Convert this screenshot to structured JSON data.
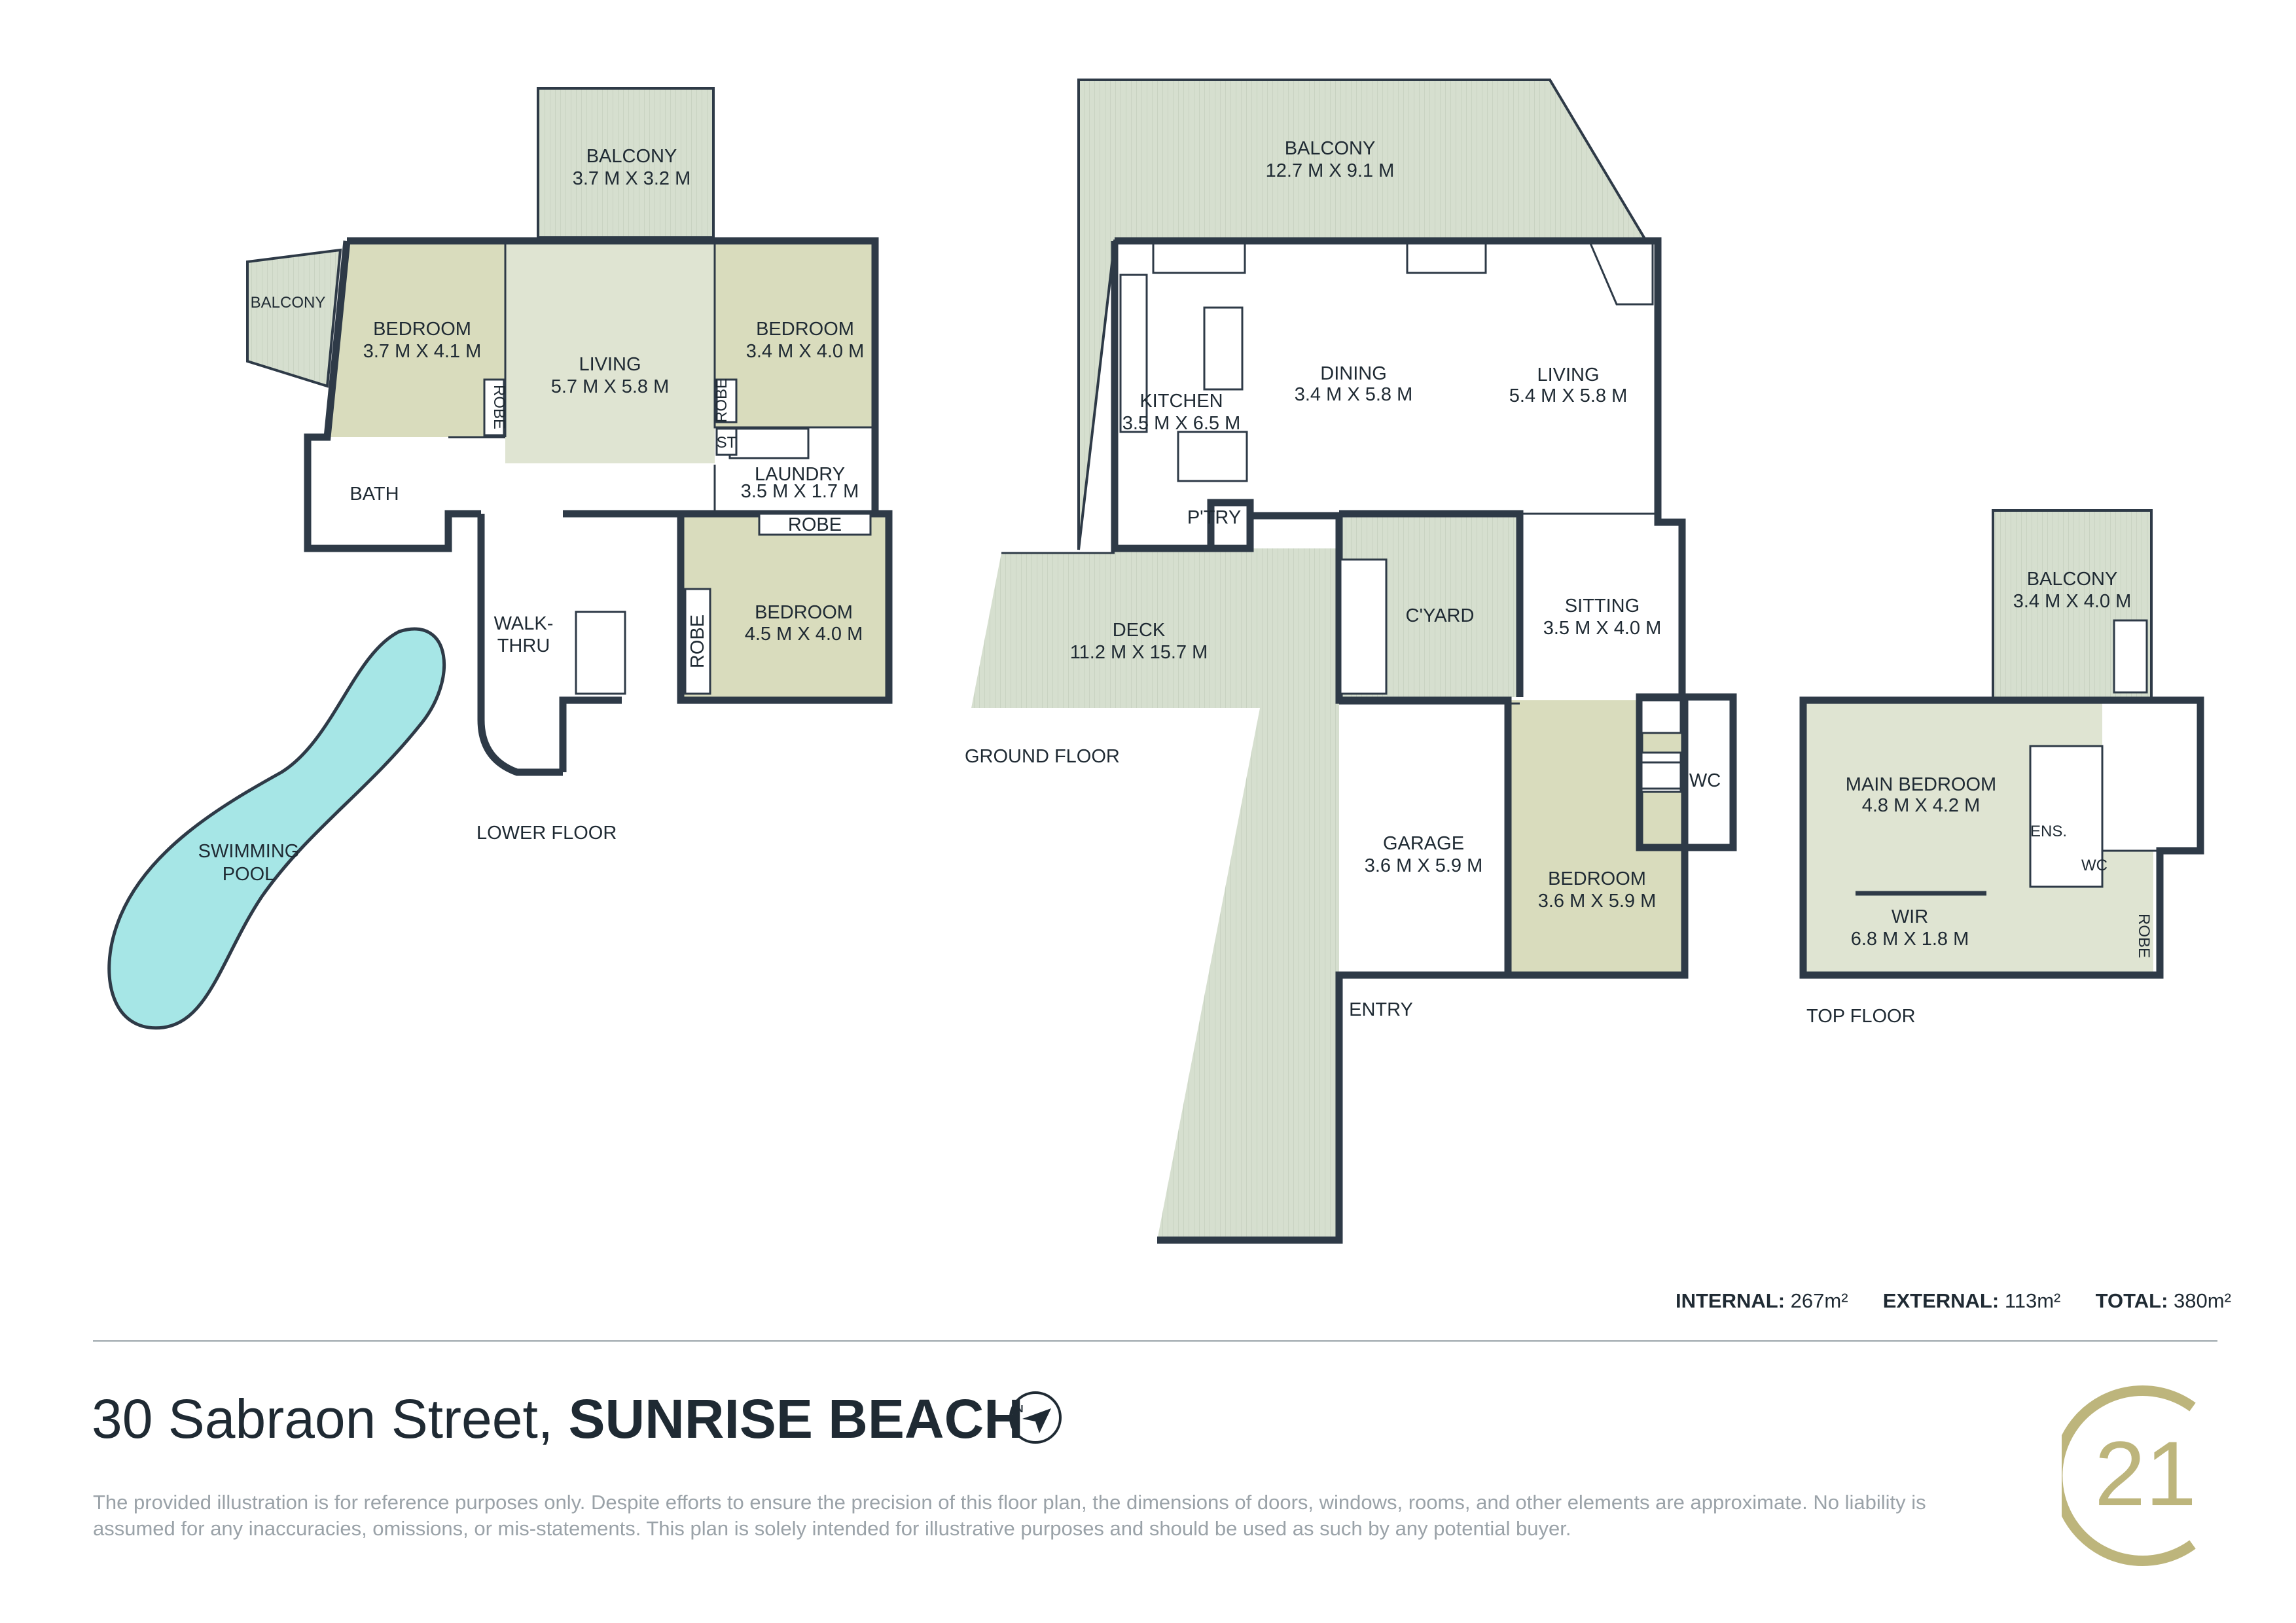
{
  "floors": {
    "lower": {
      "label": "LOWER FLOOR",
      "rooms": [
        {
          "name": "BALCONY",
          "dims": "3.7 M X 3.2 M"
        },
        {
          "name": "BALCONY",
          "dims": ""
        },
        {
          "name": "BEDROOM",
          "dims": "3.7 M X 4.1 M"
        },
        {
          "name": "LIVING",
          "dims": "5.7 M X 5.8 M"
        },
        {
          "name": "BEDROOM",
          "dims": "3.4 M X 4.0 M"
        },
        {
          "name": "LAUNDRY",
          "dims": "3.5 M X 1.7 M"
        },
        {
          "name": "BATH",
          "dims": ""
        },
        {
          "name": "ROBE",
          "dims": ""
        },
        {
          "name": "BEDROOM",
          "dims": "4.5 M X 4.0 M"
        },
        {
          "name": "WALK-",
          "dims": "THRU"
        },
        {
          "name": "SWIMMING",
          "dims": "POOL"
        }
      ],
      "small_labels": [
        "ROBE",
        "ROBE",
        "ST",
        "ROBE"
      ]
    },
    "ground": {
      "label": "GROUND FLOOR",
      "rooms": [
        {
          "name": "BALCONY",
          "dims": "12.7 M X 9.1 M"
        },
        {
          "name": "KITCHEN",
          "dims": "3.5 M X 6.5 M"
        },
        {
          "name": "DINING",
          "dims": "3.4 M X 5.8 M"
        },
        {
          "name": "LIVING",
          "dims": "5.4 M X 5.8 M"
        },
        {
          "name": "P'TRY",
          "dims": ""
        },
        {
          "name": "DECK",
          "dims": "11.2 M X 15.7 M"
        },
        {
          "name": "C'YARD",
          "dims": ""
        },
        {
          "name": "SITTING",
          "dims": "3.5 M X 4.0 M"
        },
        {
          "name": "WC",
          "dims": ""
        },
        {
          "name": "GARAGE",
          "dims": "3.6 M X 5.9 M"
        },
        {
          "name": "BEDROOM",
          "dims": "3.6 M X 5.9 M"
        },
        {
          "name": "ENTRY",
          "dims": ""
        }
      ]
    },
    "top": {
      "label": "TOP FLOOR",
      "rooms": [
        {
          "name": "BALCONY",
          "dims": "3.4 M X 4.0 M"
        },
        {
          "name": "MAIN BEDROOM",
          "dims": "4.8 M X 4.2 M"
        },
        {
          "name": "ENS.",
          "dims": ""
        },
        {
          "name": "WC",
          "dims": ""
        },
        {
          "name": "WIR",
          "dims": "6.8 M X 1.8 M"
        },
        {
          "name": "ROBE",
          "dims": ""
        }
      ]
    }
  },
  "areas": {
    "internal_label": "INTERNAL:",
    "internal_value": "267m²",
    "external_label": "EXTERNAL:",
    "external_value": "113m²",
    "total_label": "TOTAL:",
    "total_value": "380m²"
  },
  "address": {
    "street": "30 Sabraon Street,",
    "suburb": "SUNRISE BEACH"
  },
  "disclaimer": "The provided illustration is for reference purposes only. Despite efforts to ensure the precision of this floor plan, the dimensions of doors, windows, rooms, and other elements are approximate. No liability is assumed for any inaccuracies, omissions, or mis-statements. This plan is solely intended for illustrative purposes and should be used as such by any potential buyer.",
  "logo": {
    "text": "21"
  },
  "colors": {
    "interior": "#dfe4d2",
    "bedroom": "#d9dcbd",
    "exterior": "#d6dfcf",
    "walls": "#2e3a47",
    "pool": "#a6e6e6",
    "logo": "#bdb57c"
  }
}
